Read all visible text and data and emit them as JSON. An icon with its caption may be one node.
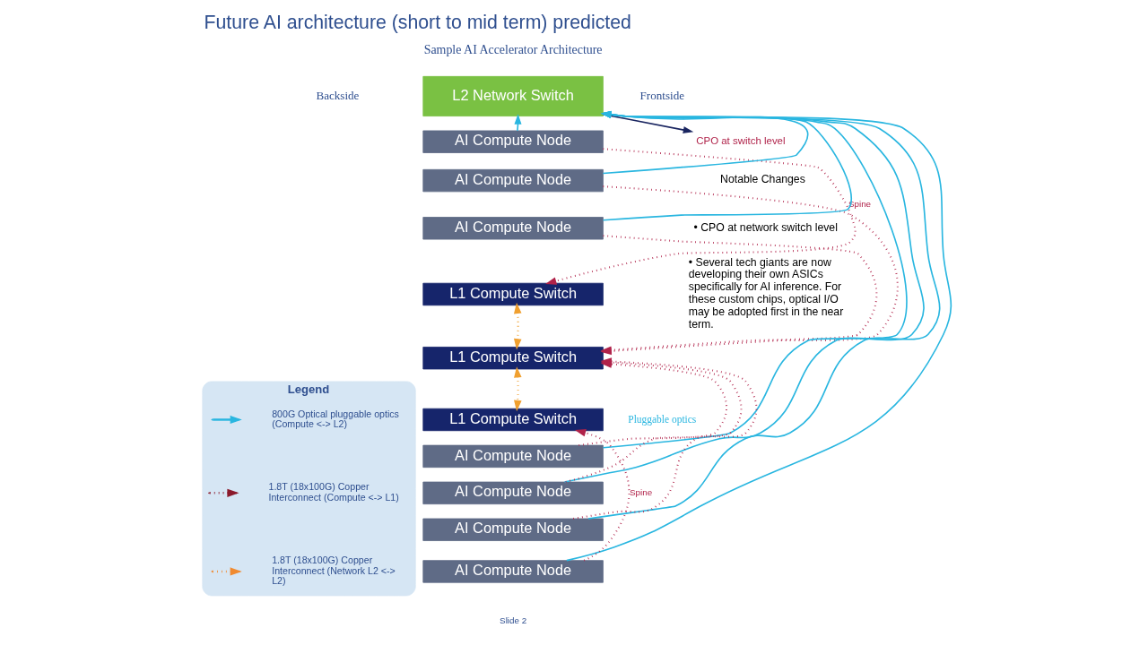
{
  "diagram": {
    "title": "Future AI architecture (short to mid term) predicted",
    "nodes": [
      {
        "text": [
          "L2 Network Switch"
        ]
      },
      {
        "text": [
          "AI Compute Node"
        ]
      },
      {
        "text": [
          "AI Compute Node"
        ]
      },
      {
        "text": [
          "AI Compute Node"
        ]
      },
      {
        "text": [
          "L1 Compute Switch"
        ]
      },
      {
        "text": [
          "L1 Compute Switch"
        ]
      },
      {
        "text": [
          "L1 Compute Switch"
        ]
      },
      {
        "text": [
          "AI Compute Node"
        ]
      },
      {
        "text": [
          "AI Compute Node"
        ]
      },
      {
        "text": [
          "AI Compute Node"
        ]
      },
      {
        "text": [
          "AI Compute Node"
        ]
      },
      {
        "text": [
          "CPO at switch level"
        ]
      },
      {
        "text": [
          "Legend"
        ]
      }
    ],
    "edges": [
      {
        "from": 1,
        "to": 0,
        "arrow": "to",
        "color": "#29b6e0"
      },
      {
        "from": 2,
        "to": 0,
        "arrow": "to",
        "color": "#29b6e0"
      },
      {
        "from": 3,
        "to": 0,
        "arrow": "to",
        "color": "#29b6e0"
      },
      {
        "from": 7,
        "to": 0,
        "arrow": "to",
        "color": "#29b6e0"
      },
      {
        "from": 8,
        "to": 0,
        "arrow": "to",
        "color": "#29b6e0"
      },
      {
        "from": 9,
        "to": 0,
        "arrow": "to",
        "color": "#29b6e0"
      },
      {
        "from": 10,
        "to": 0,
        "arrow": "to",
        "color": "#29b6e0"
      },
      {
        "from": 1,
        "to": 4,
        "arrow": "to",
        "style": "dashed",
        "color": "#b0234a",
        "label": "Spine"
      },
      {
        "from": 2,
        "to": 5,
        "arrow": "to",
        "style": "dashed",
        "color": "#b0234a"
      },
      {
        "from": 3,
        "to": 5,
        "arrow": "to",
        "style": "dashed",
        "color": "#b0234a"
      },
      {
        "from": 7,
        "to": 5,
        "arrow": "to",
        "style": "dashed",
        "color": "#b0234a"
      },
      {
        "from": 8,
        "to": 5,
        "arrow": "to",
        "style": "dashed",
        "color": "#b0234a"
      },
      {
        "from": 9,
        "to": 5,
        "arrow": "to",
        "style": "dashed",
        "color": "#b0234a"
      },
      {
        "from": 10,
        "to": 6,
        "arrow": "to",
        "style": "dashed",
        "color": "#b0234a",
        "label": "Spine"
      },
      {
        "from": 4,
        "to": 5,
        "arrow": "both",
        "style": "dashed",
        "color": "#f0a030"
      },
      {
        "from": 5,
        "to": 6,
        "arrow": "both",
        "style": "dashed",
        "color": "#f0a030"
      },
      {
        "from": 0,
        "to": 11,
        "arrow": "to",
        "color": "#1a2560"
      }
    ],
    "labels": [
      "Sample AI Accelerator Architecture",
      "Backside",
      "Frontside",
      "Pluggable optics",
      "Notable Changes",
      "• CPO at network switch level",
      "• Several tech giants are now developing their own ASICs specifically for AI inference. For these custom chips, optical I/O may be adopted first in the near term.",
      "Slide 2"
    ],
    "legend": [
      {
        "text": "800G Optical pluggable optics (Compute <-> L2)"
      },
      {
        "text": "1.8T (18x100G) Copper Interconnect (Compute <-> L1)"
      },
      {
        "text": "1.8T (18x100G) Copper Interconnect (Network L2 <-> L2)"
      }
    ]
  }
}
